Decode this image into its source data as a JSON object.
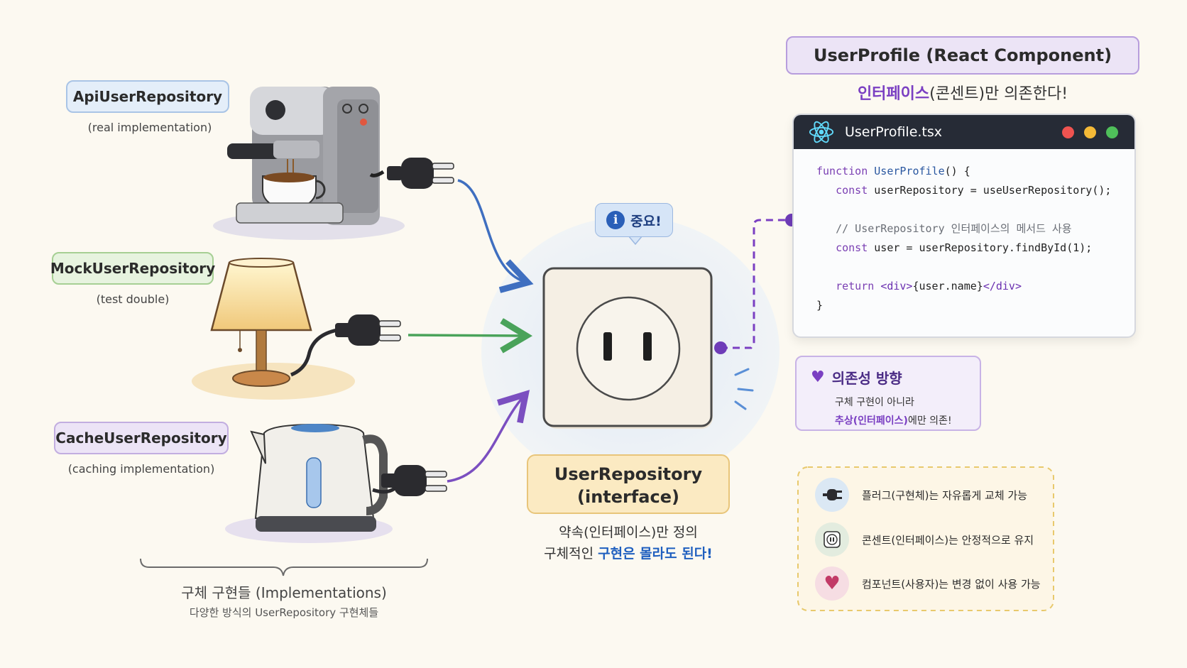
{
  "left": {
    "items": [
      {
        "name": "ApiUserRepository",
        "desc": "(real implementation)"
      },
      {
        "name": "MockUserRepository",
        "desc": "(test double)"
      },
      {
        "name": "CacheUserRepository",
        "desc": "(caching implementation)"
      }
    ],
    "group_title": "구체 구현들 (Implementations)",
    "group_sub": "다양한 방식의 UserRepository 구현체들"
  },
  "center": {
    "badge": "중요!",
    "interface_title_line1": "UserRepository",
    "interface_title_line2": "(interface)",
    "caption_line1": "약속(인터페이스)만 정의",
    "caption_line2_a": "구체적인 ",
    "caption_line2_b": "구현은 몰라도 된다!"
  },
  "right": {
    "component_title": "UserProfile (React Component)",
    "subtitle_a": "인터페이스",
    "subtitle_b": "(콘센트)만 의존한다!",
    "file_name": "UserProfile.tsx",
    "dependency": {
      "title": "의존성 방향",
      "line1": "구체 구현이 아니라",
      "line2_a": "추상(인터페이스)",
      "line2_b": "에만 의존!"
    },
    "legend": [
      {
        "icon": "plug-icon",
        "text": "플러그(구현체)는 자유롭게 교체 가능"
      },
      {
        "icon": "outlet-icon",
        "text": "콘센트(인터페이스)는 안정적으로 유지"
      },
      {
        "icon": "heart-icon",
        "text": "컴포넌트(사용자)는 변경 없이 사용 가능"
      }
    ]
  },
  "colors": {
    "blue_arrow": "#3f6fc0",
    "green_arrow": "#4aa35a",
    "purple_arrow": "#7b4fc0",
    "purple_accent": "#7a3fc2",
    "blue_accent": "#1f5fbf"
  }
}
